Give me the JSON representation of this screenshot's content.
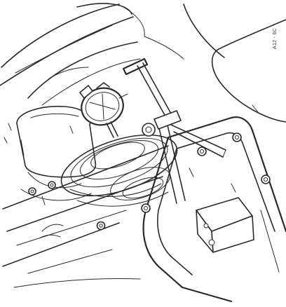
{
  "figure": {
    "reference_code": "A12 - 6C",
    "parts": [
      {
        "name": "dial-gauge",
        "icon": "dial-gauge-icon"
      },
      {
        "name": "t-handle-tool",
        "icon": "t-handle-icon"
      },
      {
        "name": "clamp-base",
        "icon": "clamp-icon"
      },
      {
        "name": "housing-plate",
        "icon": "housing-icon"
      },
      {
        "name": "gear-wheel",
        "icon": "gear-icon"
      },
      {
        "name": "bolts",
        "icon": "bolt-icon"
      }
    ]
  },
  "colors": {
    "ink": "#2a2a2a",
    "paper": "#ffffff"
  }
}
